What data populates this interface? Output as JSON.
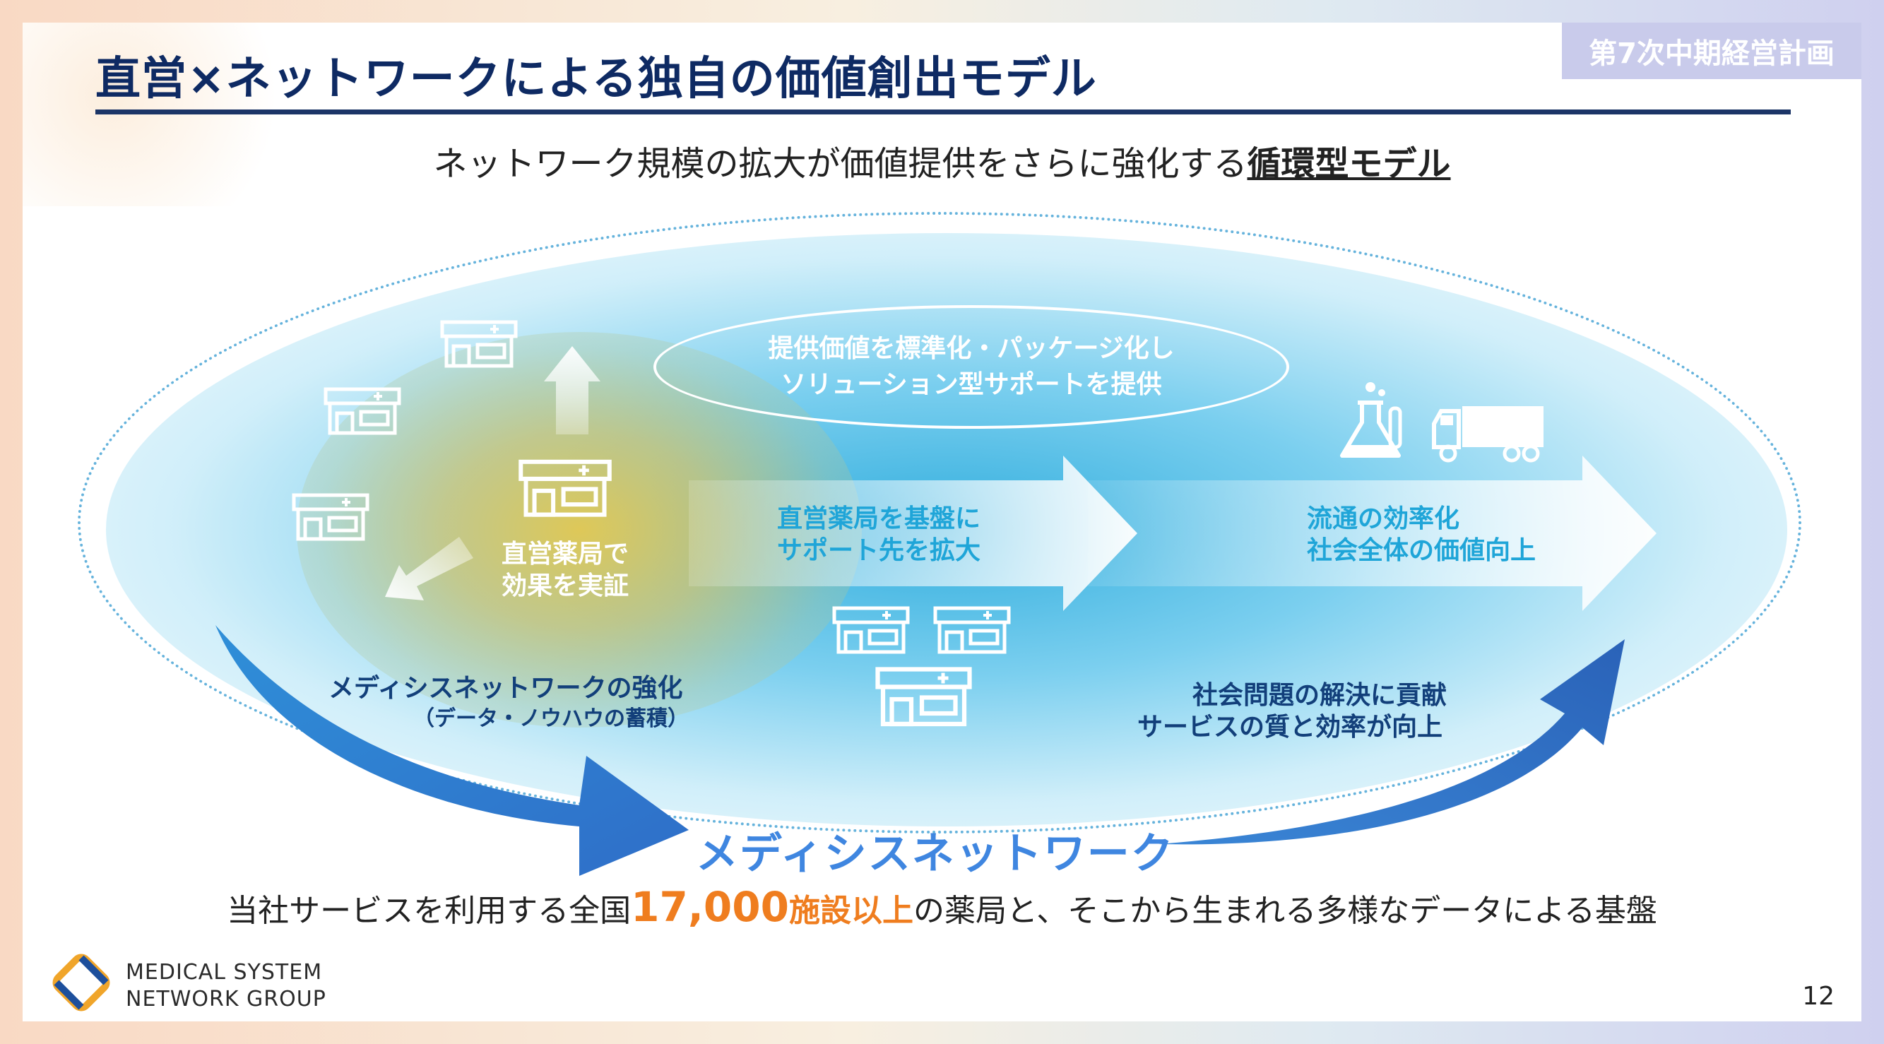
{
  "header": {
    "title": "直営×ネットワークによる独自の価値創出モデル",
    "plan_badge": "第7次中期経営計画"
  },
  "subtitle": {
    "lead": "ネットワーク規模の拡大が価値提供をさらに強化する",
    "emphasis": "循環型モデル"
  },
  "diagram": {
    "oval_line1": "提供価値を標準化・パッケージ化し",
    "oval_line2": "ソリューション型サポートを提供",
    "center_line1": "直営薬局で",
    "center_line2": "効果を実証",
    "arrow1_line1": "直営薬局を基盤に",
    "arrow1_line2": "サポート先を拡大",
    "arrow2_line1": "流通の効率化",
    "arrow2_line2": "社会全体の価値向上",
    "left_line1": "メディシスネットワークの強化",
    "left_line2": "（データ・ノウハウの蓄積）",
    "right_line1": "社会問題の解決に貢献",
    "right_line2": "サービスの質と効率が向上",
    "network_label": "メディシスネットワーク"
  },
  "bottom": {
    "before": "当社サービスを利用する全国",
    "number": "17,000",
    "unit": "施設以上",
    "after": "の薬局と、そこから生まれる多様なデータによる基盤"
  },
  "footer": {
    "logo_line1": "MEDICAL SYSTEM",
    "logo_line2": "NETWORK GROUP",
    "page_number": "12"
  },
  "icons": [
    "pharmacy-icon",
    "up-arrow-icon",
    "down-left-arrow-icon",
    "lab-flask-icon",
    "truck-icon",
    "logo-mark-icon"
  ],
  "colors": {
    "title": "#0e2a63",
    "accent_orange": "#ef7d1f",
    "network_blue": "#3f86e0",
    "glow_cyan": "#28aadc",
    "glow_yellow": "#e4c850"
  }
}
